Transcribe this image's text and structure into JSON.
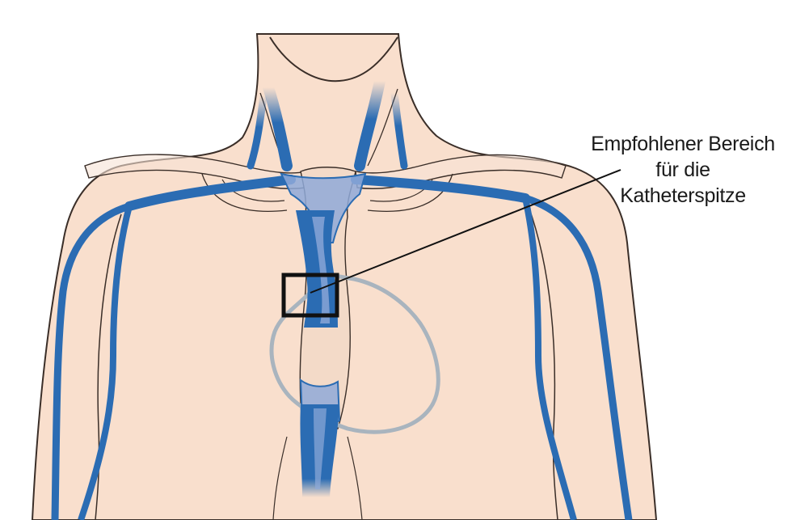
{
  "callout": {
    "line1": "Empfohlener Bereich",
    "line2": "für die",
    "line3": "Katheterspitze"
  },
  "colors": {
    "skin": "#f9dfcd",
    "outline": "#3a2e28",
    "vein": "#2b6cb3",
    "vein_light": "#8fa9d8",
    "heart_outline": "#a9b4be",
    "box": "#111111"
  }
}
